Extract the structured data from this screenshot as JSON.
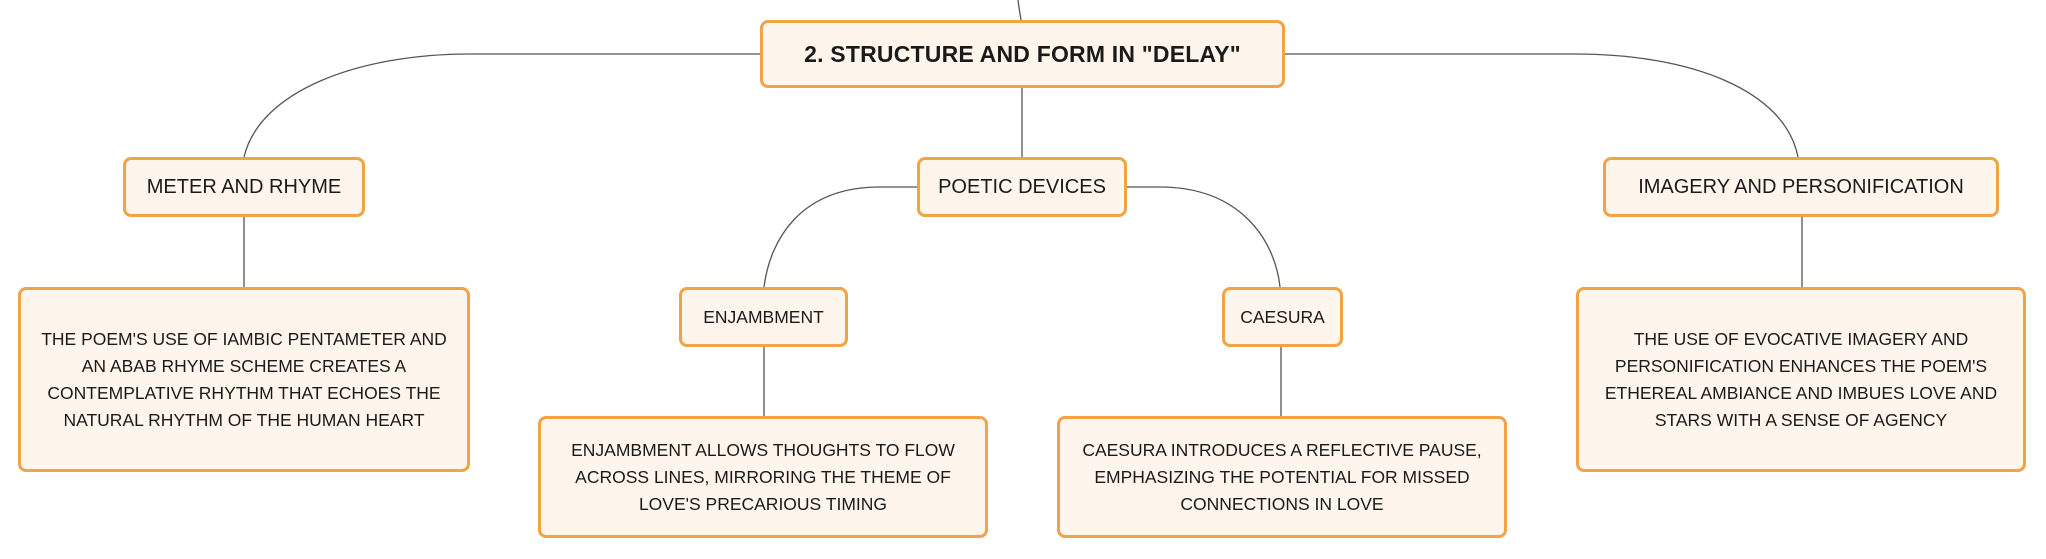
{
  "colors": {
    "accent": "#f0a445",
    "node_fill": "#fef5ec",
    "edge": "#555555"
  },
  "mindmap": {
    "root": "2. STRUCTURE AND FORM IN \"DELAY\"",
    "branches": [
      {
        "label": "METER AND RHYME",
        "detail": "THE POEM'S USE OF IAMBIC PENTAMETER AND AN ABAB RHYME SCHEME CREATES A CONTEMPLATIVE RHYTHM THAT ECHOES THE NATURAL RHYTHM OF THE HUMAN HEART"
      },
      {
        "label": "POETIC DEVICES",
        "children": [
          {
            "label": "ENJAMBMENT",
            "detail": "ENJAMBMENT ALLOWS THOUGHTS TO FLOW ACROSS LINES, MIRRORING THE THEME OF LOVE'S PRECARIOUS TIMING"
          },
          {
            "label": "CAESURA",
            "detail": "CAESURA INTRODUCES A REFLECTIVE PAUSE, EMPHASIZING THE POTENTIAL FOR MISSED CONNECTIONS IN LOVE"
          }
        ]
      },
      {
        "label": "IMAGERY AND PERSONIFICATION",
        "detail": "THE USE OF EVOCATIVE IMAGERY AND PERSONIFICATION ENHANCES THE POEM'S ETHEREAL AMBIANCE AND IMBUES LOVE AND STARS WITH A SENSE OF AGENCY"
      }
    ]
  }
}
